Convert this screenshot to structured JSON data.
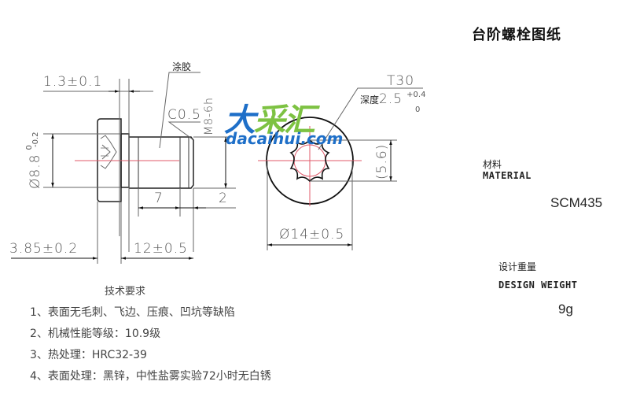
{
  "title": "台阶螺栓图纸",
  "side_view": {
    "coating_note": "涂胶",
    "head_thickness": "1.3±0.1",
    "chamfer": "C0.5",
    "thread": "M8-6h",
    "shoulder_diameter": "Ø8.8",
    "shoulder_tol_upper": "0",
    "shoulder_tol_lower": "-0.2",
    "thread_length": "7",
    "end_length": "2",
    "head_height": "3.85±0.2",
    "total_length": "12±0.5"
  },
  "end_view": {
    "drive": "T30",
    "depth_label": "深度",
    "depth_value": "2.5",
    "depth_tol_upper": "+0.4",
    "depth_tol_lower": "0",
    "socket_size": "(5.6)",
    "head_diameter": "Ø14±0.5"
  },
  "watermark": {
    "brand_cn_1": "大",
    "brand_cn_2": "采汇",
    "brand_url": "dacaihui.com",
    "colors": {
      "blue": "#1e6fc8",
      "green": "#7dc242"
    }
  },
  "specs": {
    "material_cn": "材料",
    "material_en": "MATERIAL",
    "material_value": "SCM435",
    "weight_cn": "设计重量",
    "weight_en": "DESIGN WEIGHT",
    "weight_value": "9g"
  },
  "requirements": {
    "heading": "技术要求",
    "items": [
      "1、表面无毛刺、飞边、压痕、凹坑等缺陷",
      "2、机械性能等级：10.9级",
      "3、热处理：HRC32-39",
      "4、表面处理：黑锌，中性盐雾实验72小时无白锈"
    ]
  }
}
